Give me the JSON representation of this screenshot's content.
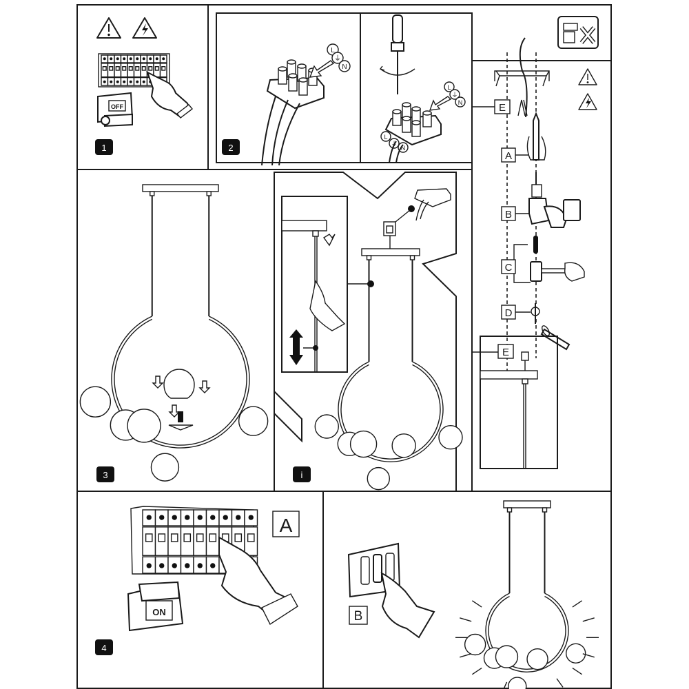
{
  "document": {
    "title": "Pendant lamp installation instructions",
    "colors": {
      "ink": "#1a1a1a",
      "badge": "#111111",
      "paper": "#ffffff"
    }
  },
  "panels": {
    "step1": {
      "badge": "1",
      "breaker_label": "OFF",
      "icons": [
        "warning-icon",
        "electric-hazard-icon"
      ]
    },
    "step2": {
      "badge": "2",
      "terminal_labels": [
        "L",
        "⏚",
        "N"
      ]
    },
    "mounting": {
      "labels": {
        "E": "E",
        "A": "A",
        "B": "B",
        "C": "C",
        "D": "D",
        "E2": "E"
      },
      "icons": [
        "no-drill-into-wires-icon",
        "warning-icon",
        "electric-hazard-icon"
      ]
    },
    "step3": {
      "badge": "3"
    },
    "info": {
      "badge": "i"
    },
    "step4": {
      "badge": "4",
      "breaker_label": "ON",
      "callout_A": "A",
      "callout_B": "B"
    }
  }
}
